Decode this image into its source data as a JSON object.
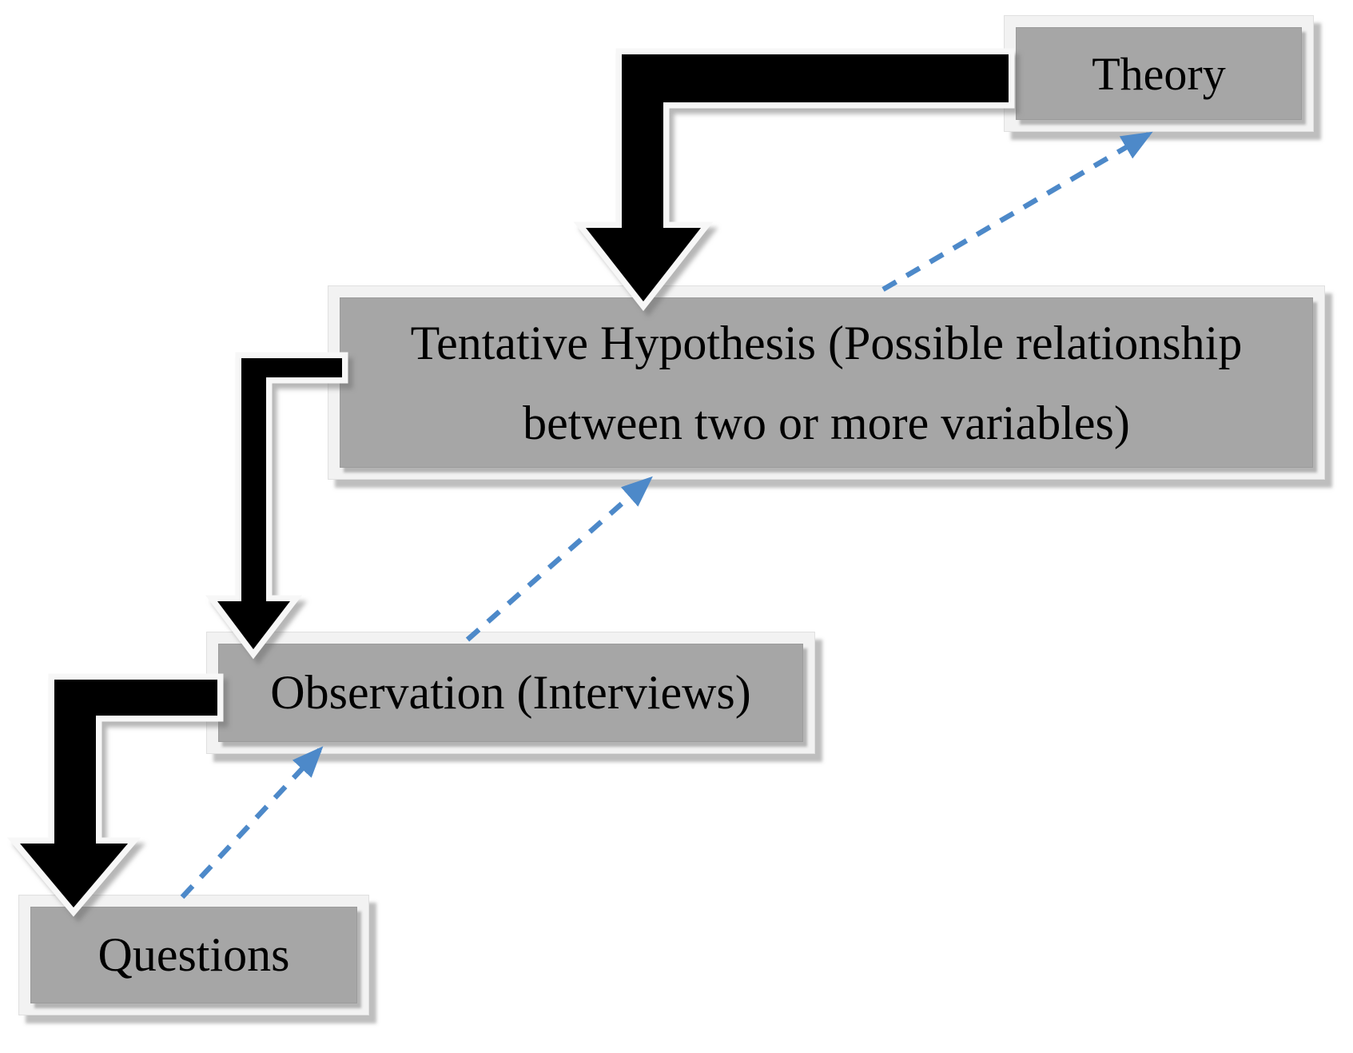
{
  "boxes": {
    "theory": {
      "label": "Theory"
    },
    "hypothesis": {
      "label": "Tentative Hypothesis (Possible relationship between two or more variables)",
      "lines": [
        "Tentative Hypothesis (Possible relationship",
        "between two or more variables)"
      ]
    },
    "observation": {
      "label": "Observation (Interviews)"
    },
    "questions": {
      "label": "Questions"
    }
  },
  "arrows": {
    "solid_black": [
      {
        "from": "Theory",
        "to": "Tentative Hypothesis (Possible relationship between two or more variables)"
      },
      {
        "from": "Tentative Hypothesis (Possible relationship between two or more variables)",
        "to": "Observation (Interviews)"
      },
      {
        "from": "Observation (Interviews)",
        "to": "Questions"
      }
    ],
    "dashed_blue": [
      {
        "from": "Questions",
        "to": "Observation (Interviews)"
      },
      {
        "from": "Observation (Interviews)",
        "to": "Tentative Hypothesis (Possible relationship between two or more variables)"
      },
      {
        "from": "Tentative Hypothesis (Possible relationship between two or more variables)",
        "to": "Theory"
      }
    ]
  },
  "colors": {
    "background": "#ffffff",
    "box_fill": "#a6a6a6",
    "box_frame": "#f2f2f2",
    "solid_arrow": "#000000",
    "dashed_arrow": "#4d89c9",
    "text": "#000000"
  }
}
